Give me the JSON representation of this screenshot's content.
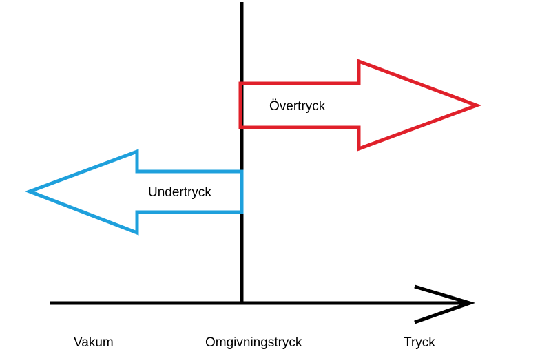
{
  "diagram": {
    "arrow_overpressure": {
      "label": "Övertryck",
      "color": "#e0202a"
    },
    "arrow_underpressure": {
      "label": "Undertryck",
      "color": "#1ea0dc"
    },
    "axis_color": "#000000",
    "axis_labels": {
      "left": "Vakum",
      "center": "Omgivningstryck",
      "right": "Tryck"
    }
  }
}
